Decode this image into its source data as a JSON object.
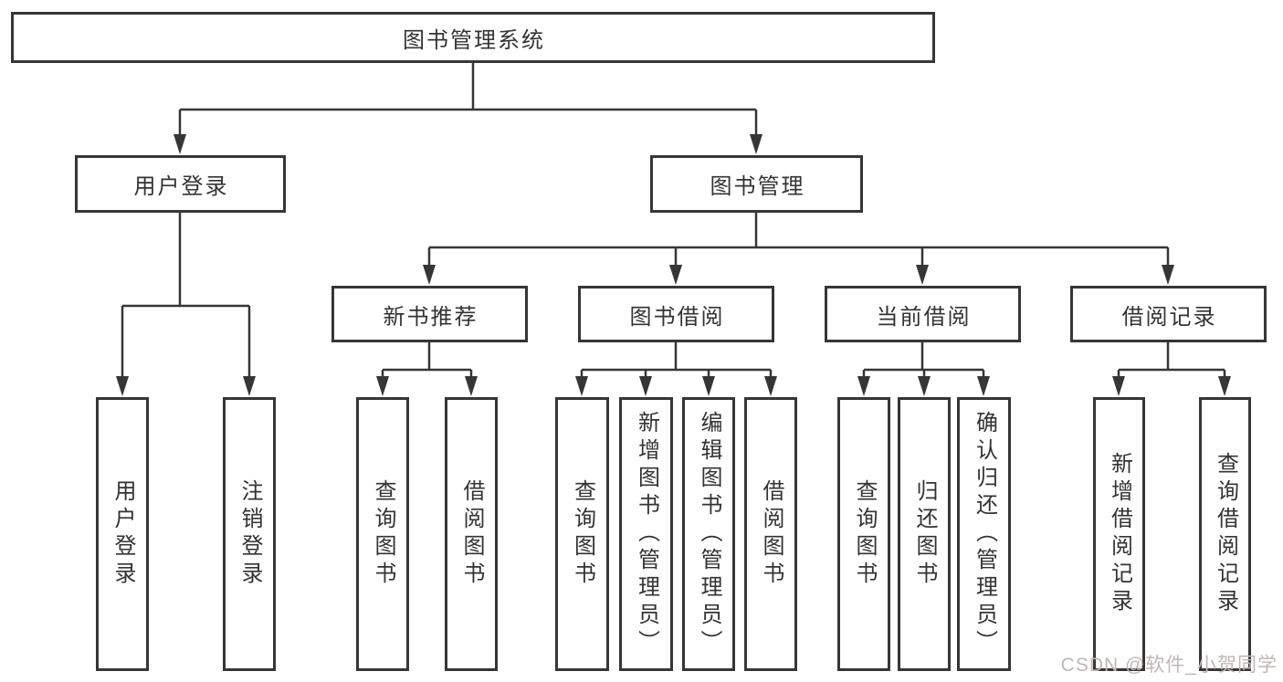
{
  "diagram": {
    "title_node": {
      "label": "图书管理系统"
    },
    "level2": [
      {
        "id": "user-login",
        "label": "用户登录"
      },
      {
        "id": "book-management",
        "label": "图书管理"
      }
    ],
    "level3": [
      {
        "id": "new-book-recommend",
        "label": "新书推荐",
        "parent": "图书管理"
      },
      {
        "id": "book-borrowing",
        "label": "图书借阅",
        "parent": "图书管理"
      },
      {
        "id": "current-borrowing",
        "label": "当前借阅",
        "parent": "图书管理"
      },
      {
        "id": "borrowing-records",
        "label": "借阅记录",
        "parent": "图书管理"
      }
    ],
    "leaves": [
      {
        "label": "用户登录",
        "parent": "用户登录"
      },
      {
        "label": "注销登录",
        "parent": "用户登录"
      },
      {
        "label": "查询图书",
        "parent": "新书推荐"
      },
      {
        "label": "借阅图书",
        "parent": "新书推荐"
      },
      {
        "label": "查询图书",
        "parent": "图书借阅"
      },
      {
        "label": "新增图书（管理员）",
        "parent": "图书借阅"
      },
      {
        "label": "编辑图书（管理员）",
        "parent": "图书借阅"
      },
      {
        "label": "借阅图书",
        "parent": "图书借阅"
      },
      {
        "label": "查询图书",
        "parent": "当前借阅"
      },
      {
        "label": "归还图书",
        "parent": "当前借阅"
      },
      {
        "label": "确认归还（管理员）",
        "parent": "当前借阅"
      },
      {
        "label": "新增借阅记录",
        "parent": "借阅记录"
      },
      {
        "label": "查询借阅记录",
        "parent": "借阅记录"
      }
    ],
    "watermark": "CSDN @软件_小贺同学",
    "colors": {
      "stroke": "#363636",
      "text": "#333333",
      "background": "#ffffff",
      "watermark": "#c0b6b6"
    }
  }
}
